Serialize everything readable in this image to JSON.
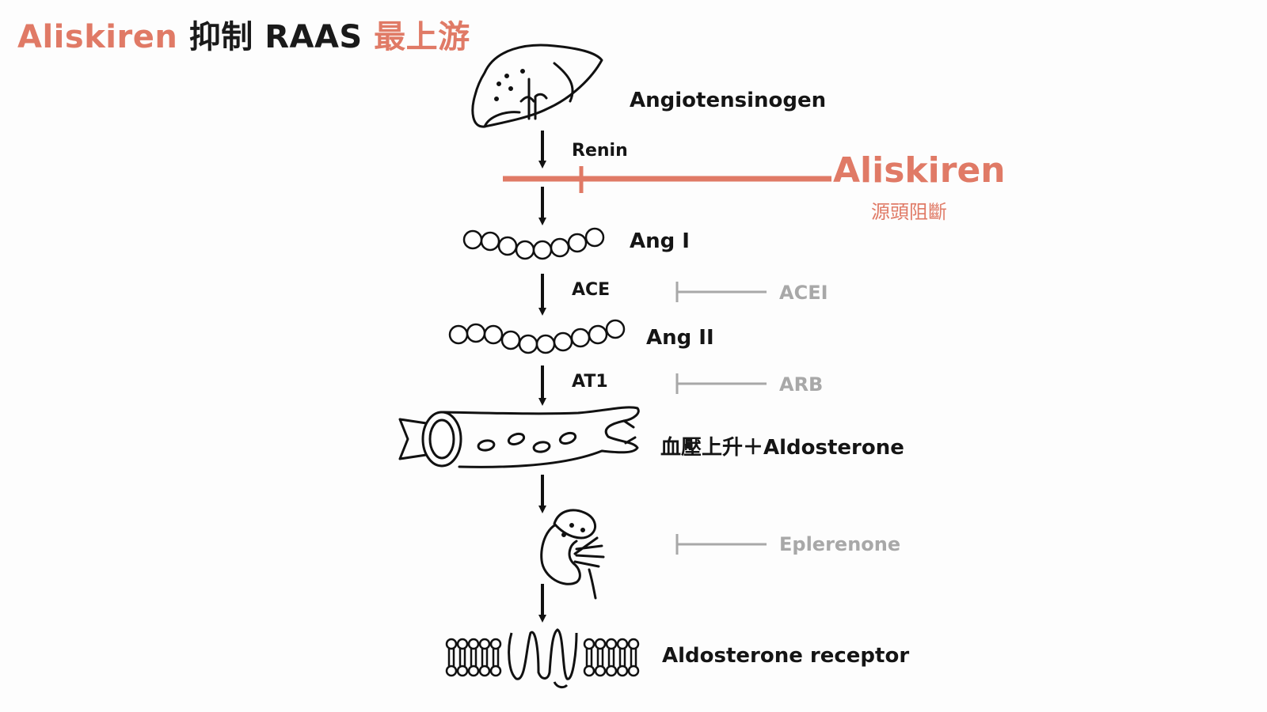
{
  "title": {
    "part1": "Aliskiren",
    "part2": "抑制 RAAS",
    "part3": "最上游"
  },
  "pathway": {
    "angiotensinogen": "Angiotensinogen",
    "renin": "Renin",
    "ang1": "Ang I",
    "ace": "ACE",
    "ang2": "Ang II",
    "at1": "AT1",
    "effect": "血壓上升＋Aldosterone",
    "receptor": "Aldosterone receptor"
  },
  "inhibitors": {
    "aliskiren": "Aliskiren",
    "aliskiren_sub": "源頭阻斷",
    "acei": "ACEI",
    "arb": "ARB",
    "eplerenone": "Eplerenone"
  },
  "icons": [
    "liver-icon",
    "peptide-chain-icon",
    "blood-vessel-icon",
    "kidney-adrenal-icon",
    "membrane-receptor-icon"
  ],
  "colors": {
    "accent": "#e07a66",
    "text": "#151515",
    "muted": "#a8a8a8"
  }
}
